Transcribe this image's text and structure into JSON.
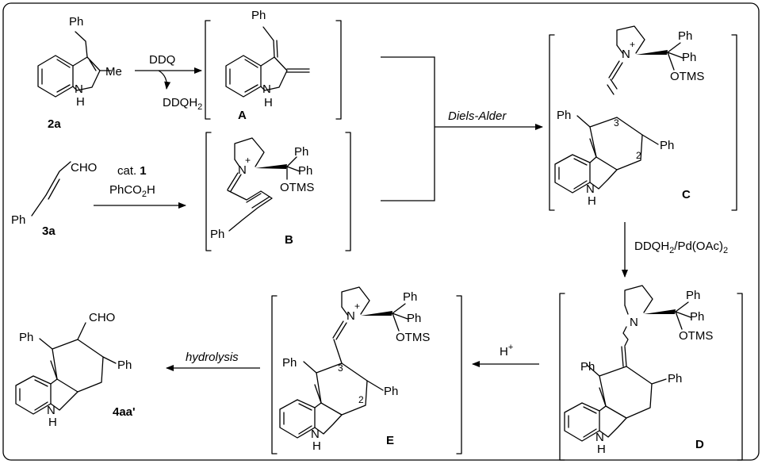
{
  "compounds": {
    "c2a": "2a",
    "cA": "A",
    "c3a": "3a",
    "cB": "B",
    "cC": "C",
    "cD": "D",
    "cE": "E",
    "c4aa": "4aa'"
  },
  "labels": {
    "ph": "Ph",
    "me": "Me",
    "nh": "H",
    "n": "N",
    "plus": "+",
    "cho": "CHO",
    "otms": "OTMS",
    "n2": "2",
    "n3": "3"
  },
  "reagents": {
    "ddq": "DDQ",
    "ddqh2": "DDQH",
    "ddqh2_sub": "2",
    "cat": "cat.",
    "cat_num": "1",
    "phco2h": "PhCO",
    "phco2h_sub": "2",
    "phco2h_end": "H",
    "diels_alder": "Diels-Alder",
    "pd_a": "DDQH",
    "pd_b": "2",
    "pd_c": "/Pd(OAc)",
    "pd_d": "2",
    "hplus": "H",
    "hplus_sup": "+",
    "hydrolysis": "hydrolysis"
  }
}
